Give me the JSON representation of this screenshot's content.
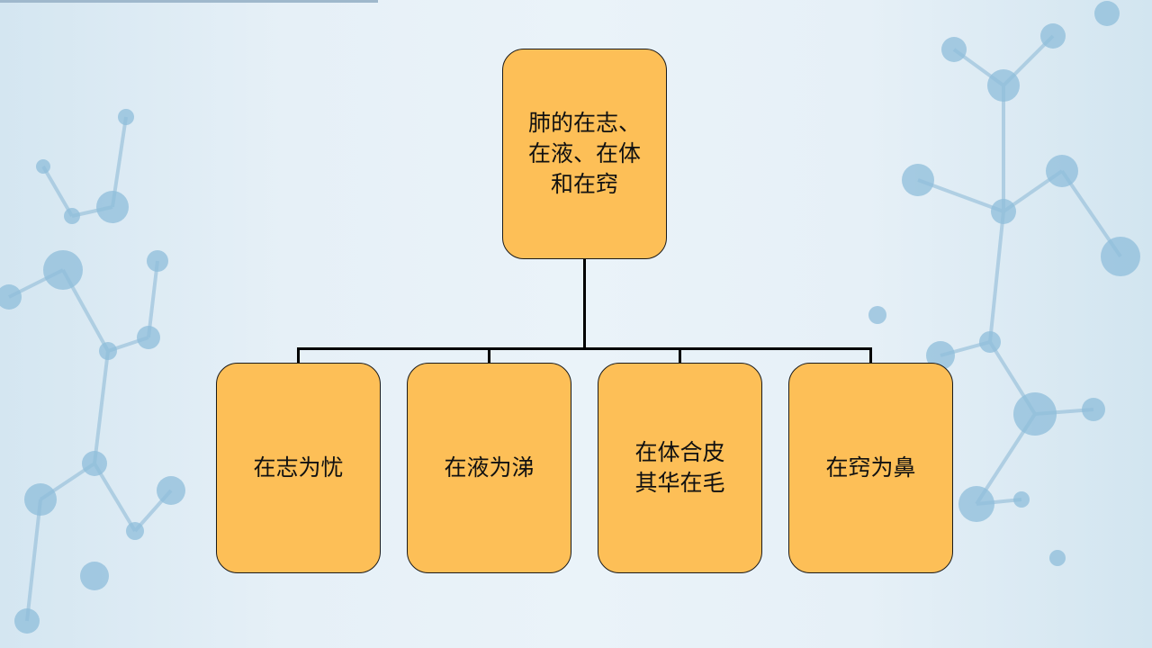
{
  "colors": {
    "box_fill": "#fdbf57",
    "box_border": "#1a1a1a",
    "connector": "#000000",
    "background": "#e6f0f7"
  },
  "root": {
    "lines": [
      "肺的在志、",
      "在液、在体",
      "和在窍"
    ]
  },
  "children": [
    {
      "lines": [
        "在志为忧"
      ]
    },
    {
      "lines": [
        "在液为涕"
      ]
    },
    {
      "lines": [
        "在体合皮",
        "其华在毛"
      ]
    },
    {
      "lines": [
        "在窍为鼻"
      ]
    }
  ]
}
